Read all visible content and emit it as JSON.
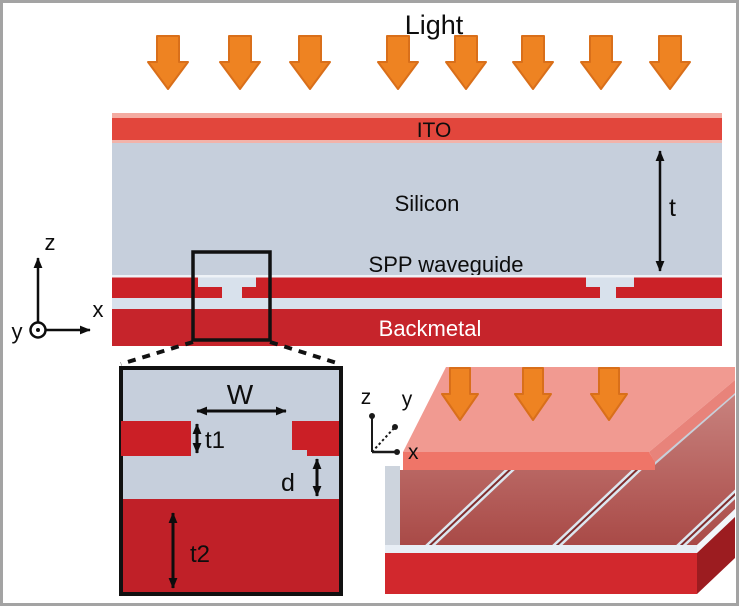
{
  "main_view": {
    "light_label": "Light",
    "layers": {
      "ito": "ITO",
      "silicon": "Silicon",
      "spp_waveguide": "SPP waveguide",
      "backmetal": "Backmetal"
    },
    "silicon_thickness_label": "t",
    "axes": {
      "z": "z",
      "x": "x",
      "y": "y"
    },
    "incident_arrow_count": "8"
  },
  "inset_view": {
    "slot_width_label": "W",
    "strip_thickness_label": "t1",
    "spacer_thickness_label": "d",
    "backmetal_thickness_label": "t2"
  },
  "perspective_view": {
    "axes": {
      "z": "z",
      "y": "y",
      "x": "x"
    },
    "incident_arrow_count": "3"
  },
  "colors": {
    "arrow_orange": "#ee8322",
    "ito_salmon": "#e2463c",
    "silicon_gray_blue": "#c6cfdc",
    "metal_strip_red": "#cb2127",
    "backmetal_red": "#c6242b"
  }
}
